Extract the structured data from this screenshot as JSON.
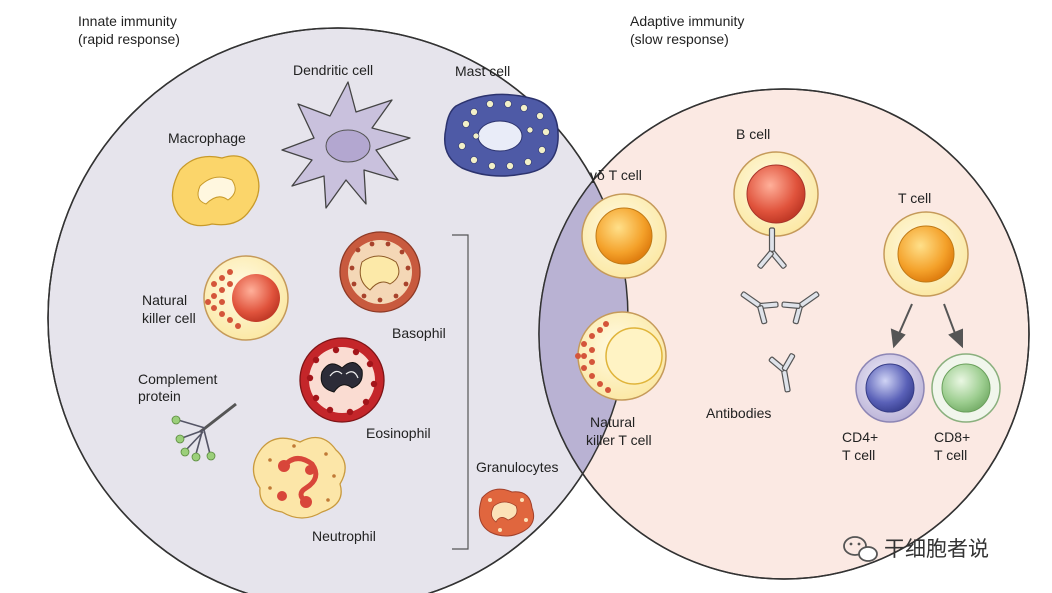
{
  "innate": {
    "title": "Innate immunity",
    "subtitle": "(rapid response)"
  },
  "adaptive": {
    "title": "Adaptive immunity",
    "subtitle": "(slow response)"
  },
  "cells": {
    "dendritic": "Dendritic cell",
    "mast": "Mast cell",
    "macrophage": "Macrophage",
    "nk": [
      "Natural",
      "killer cell"
    ],
    "basophil": "Basophil",
    "complement": [
      "Complement",
      "protein"
    ],
    "eosinophil": "Eosinophil",
    "neutrophil": "Neutrophil",
    "granulocytes": "Granulocytes",
    "gdt": "γδ T cell",
    "nkt": [
      "Natural",
      "killer T cell"
    ],
    "bcell": "B cell",
    "antibodies": "Antibodies",
    "tcell": "T cell",
    "cd4": [
      "CD4+",
      "T cell"
    ],
    "cd8": [
      "CD8+",
      "T cell"
    ]
  },
  "watermark": "干细胞者说",
  "colors": {
    "innate_fill": "#e6e4ec",
    "adaptive_fill": "#fbe9e3",
    "overlap_fill": "#b9b2d3",
    "outline": "#333333"
  }
}
